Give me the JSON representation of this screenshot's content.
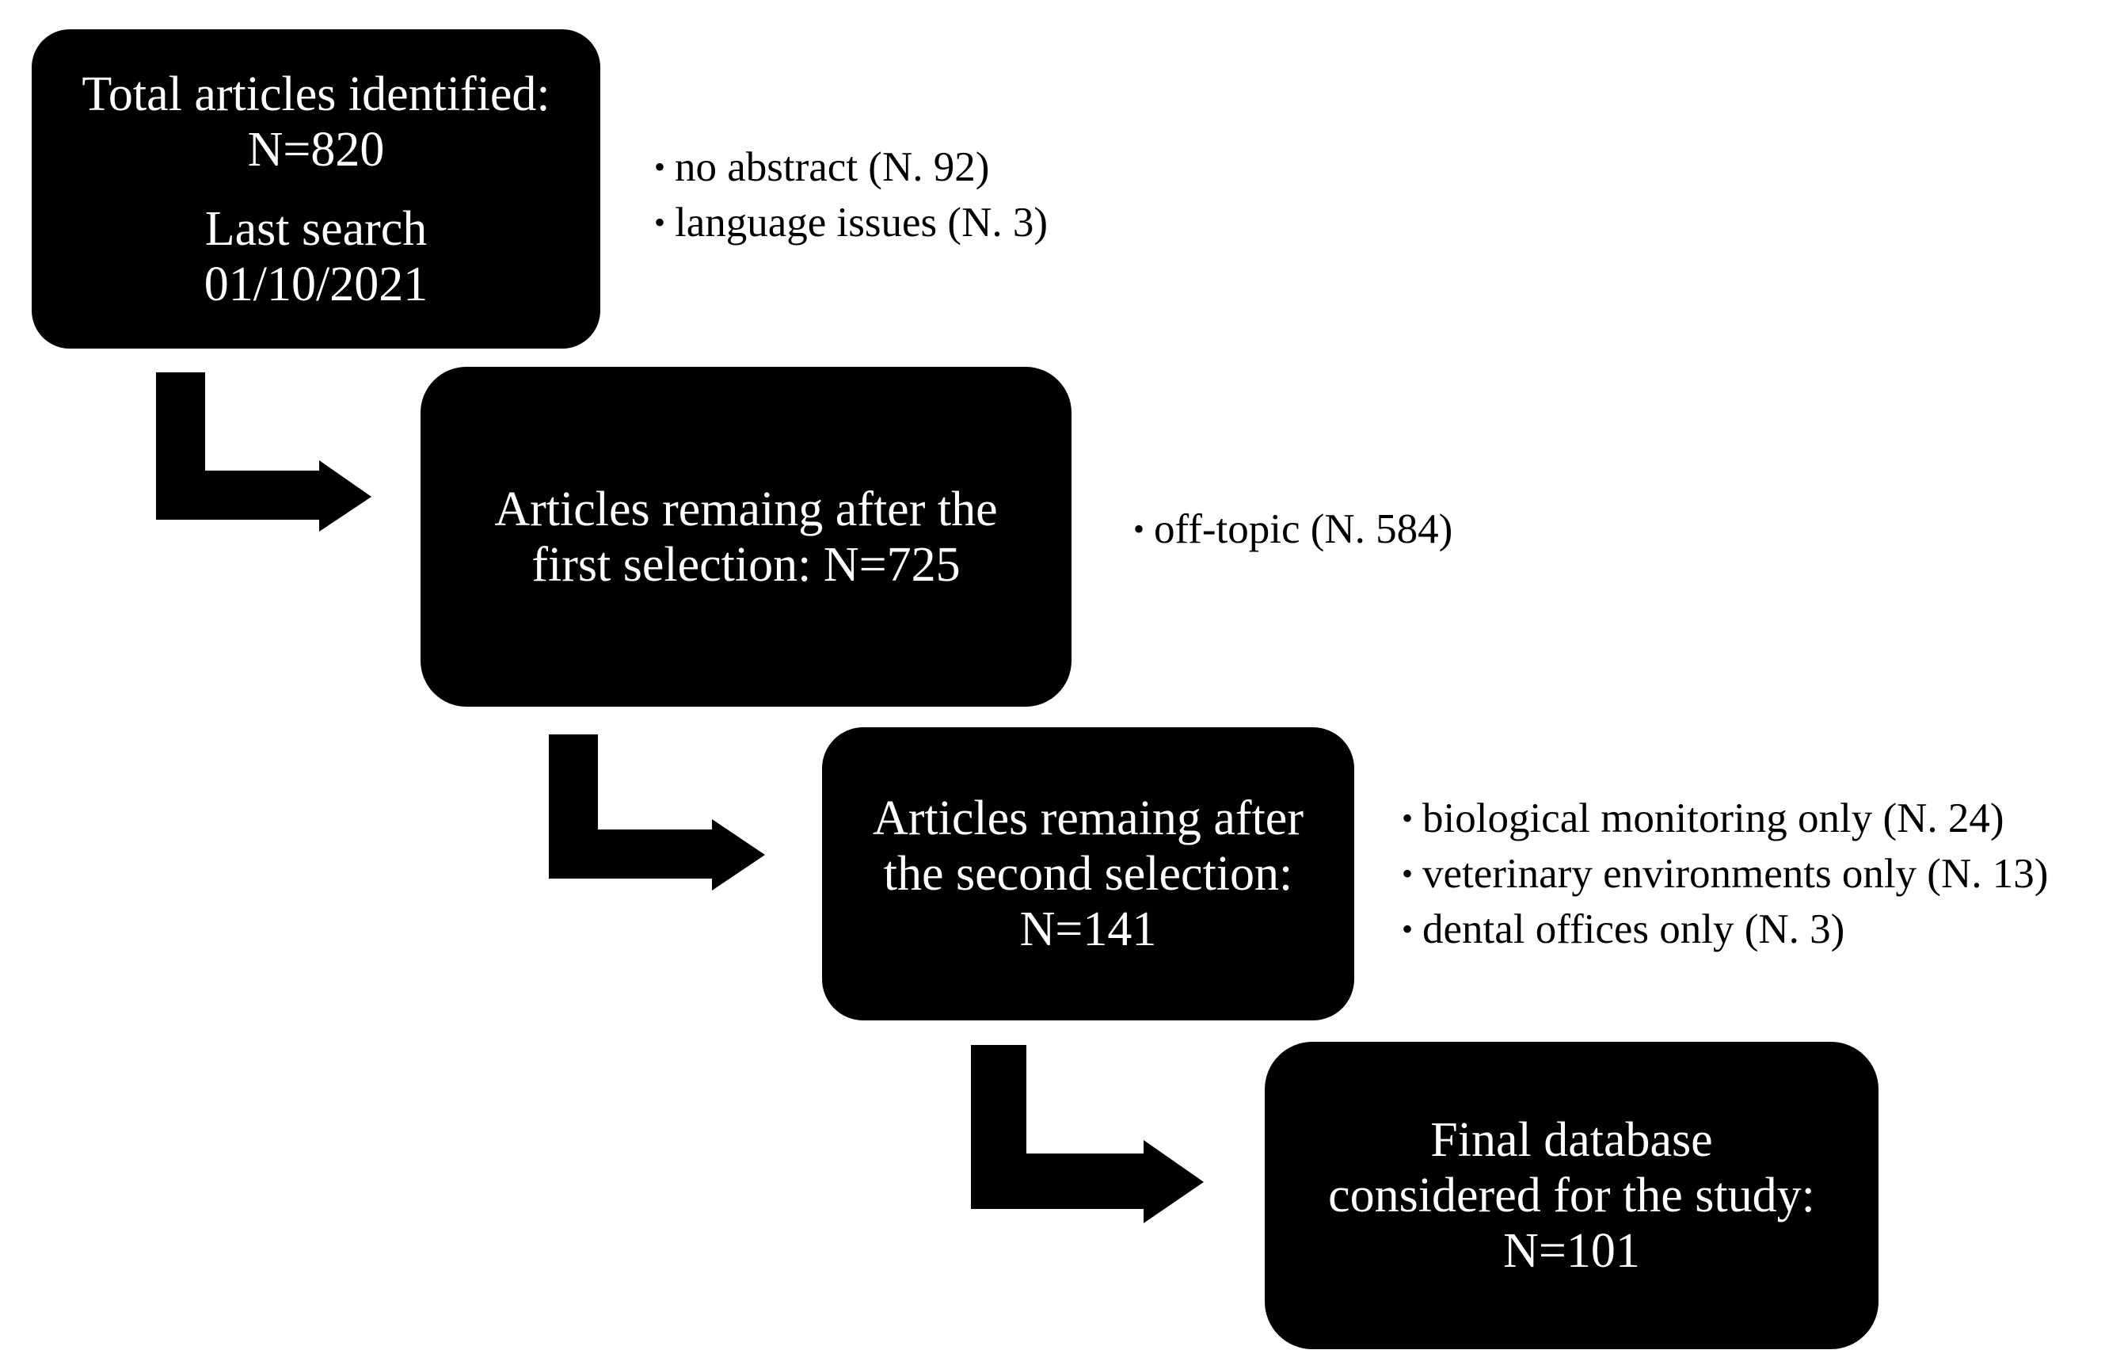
{
  "flow": {
    "step1": {
      "lines": [
        "Total articles identified:",
        "N=820"
      ],
      "search_lines": [
        "Last search",
        "01/10/2021"
      ]
    },
    "step1_exclusions": [
      "no abstract (N. 92)",
      "language issues (N. 3)"
    ],
    "step2": {
      "lines": [
        "Articles remaing after the",
        "first selection: N=725"
      ]
    },
    "step2_exclusions": [
      "off-topic (N. 584)"
    ],
    "step3": {
      "lines": [
        "Articles remaing after",
        "the second selection:",
        "N=141"
      ]
    },
    "step3_exclusions": [
      "biological monitoring only (N. 24)",
      "veterinary environments only (N. 13)",
      "dental offices only (N. 3)"
    ],
    "step4": {
      "lines": [
        "Final database",
        "considered for the study:",
        "N=101"
      ]
    },
    "bullet_glyph": "•"
  },
  "colors": {
    "box_fill": "#000000",
    "box_text": "#ffffff",
    "arrow_fill": "#000000",
    "note_text": "#000000"
  }
}
